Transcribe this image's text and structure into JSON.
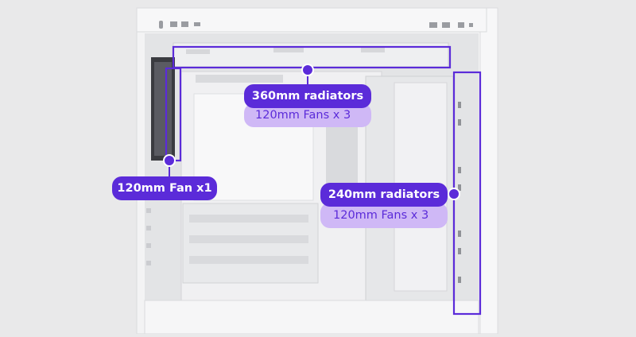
{
  "colors": {
    "accent": "#5b2bd9",
    "soft": "#cfb8f6",
    "background": "#e9e9ea",
    "case_panel": "#f5f5f6",
    "case_shadow": "#d4d5d8"
  },
  "callouts": {
    "top": {
      "title": "360mm radiators",
      "subtitle": "120mm Fans x 3"
    },
    "rear": {
      "title": "120mm Fan x1"
    },
    "front": {
      "title": "240mm radiators",
      "subtitle": "120mm Fans x 3"
    }
  }
}
